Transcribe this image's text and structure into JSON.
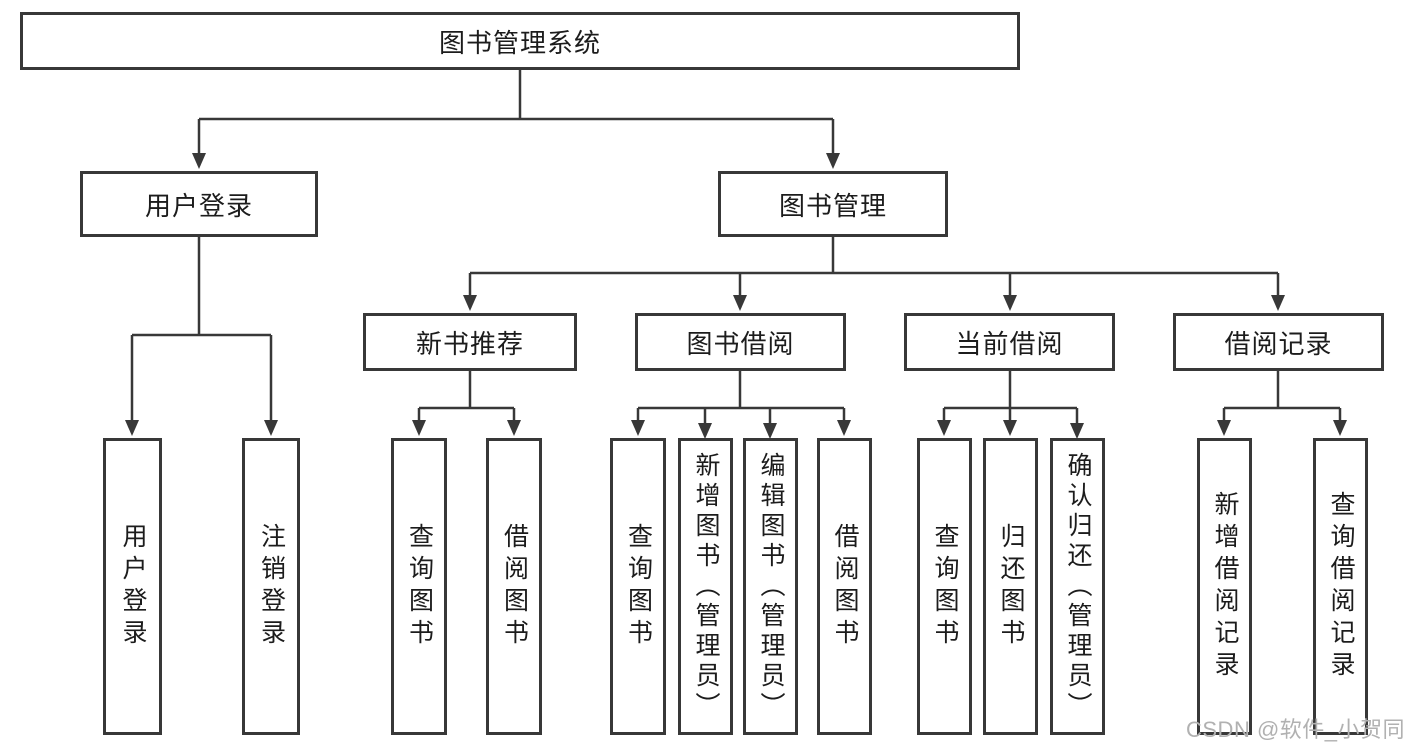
{
  "tree": {
    "root": "图书管理系统",
    "children": [
      {
        "label": "用户登录",
        "children": [
          "用户登录",
          "注销登录"
        ]
      },
      {
        "label": "图书管理",
        "children": [
          {
            "label": "新书推荐",
            "children": [
              "查询图书",
              "借阅图书"
            ]
          },
          {
            "label": "图书借阅",
            "children": [
              "查询图书",
              "新增图书（管理员）",
              "编辑图书（管理员）",
              "借阅图书"
            ]
          },
          {
            "label": "当前借阅",
            "children": [
              "查询图书",
              "归还图书",
              "确认归还（管理员）"
            ]
          },
          {
            "label": "借阅记录",
            "children": [
              "新增借阅记录",
              "查询借阅记录"
            ]
          }
        ]
      }
    ]
  },
  "watermark": "CSDN @软件_小贺同学",
  "colors": {
    "line": "#383838",
    "box_border": "#383838",
    "text": "#1c1c1c",
    "background": "#ffffff",
    "watermark_text": "#b1b1b1"
  }
}
